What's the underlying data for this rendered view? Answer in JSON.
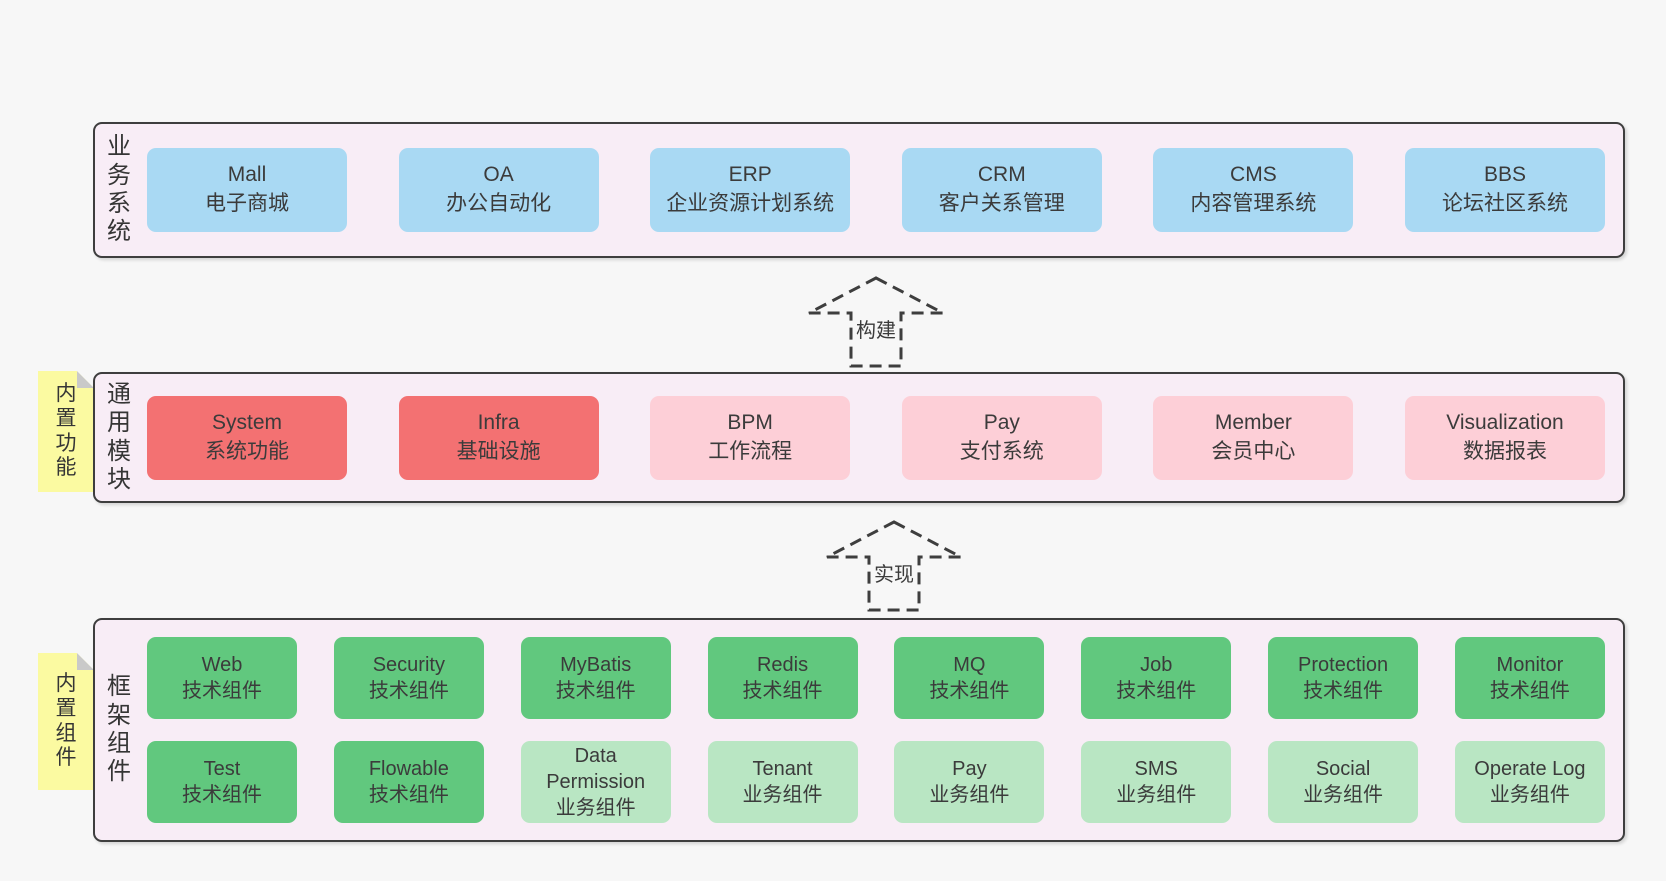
{
  "colors": {
    "page-bg": "#f7f7f7",
    "band-bg": "#f8edf6",
    "band-border": "#3e3e3e",
    "blue": "#a9d9f3",
    "red": "#f37172",
    "pink": "#fdcfd7",
    "green": "#61c87e",
    "light-green": "#b9e6c3",
    "sticky-yellow": "#fbfaa1",
    "sticky-fold": "#c9c9c9",
    "text": "#3b3b3b"
  },
  "bands": [
    {
      "label": "业务系统",
      "boxes": [
        {
          "title": "Mall",
          "subtitle": "电子商城"
        },
        {
          "title": "OA",
          "subtitle": "办公自动化"
        },
        {
          "title": "ERP",
          "subtitle": "企业资源计划系统"
        },
        {
          "title": "CRM",
          "subtitle": "客户关系管理"
        },
        {
          "title": "CMS",
          "subtitle": "内容管理系统"
        },
        {
          "title": "BBS",
          "subtitle": "论坛社区系统"
        }
      ]
    },
    {
      "label": "通用模块",
      "sticky": "内置功能",
      "boxes": [
        {
          "title": "System",
          "subtitle": "系统功能"
        },
        {
          "title": "Infra",
          "subtitle": "基础设施"
        },
        {
          "title": "BPM",
          "subtitle": "工作流程"
        },
        {
          "title": "Pay",
          "subtitle": "支付系统"
        },
        {
          "title": "Member",
          "subtitle": "会员中心"
        },
        {
          "title": "Visualization",
          "subtitle": "数据报表"
        }
      ]
    },
    {
      "label": "框架组件",
      "sticky": "内置组件",
      "rows": [
        [
          {
            "title": "Web",
            "subtitle": "技术组件"
          },
          {
            "title": "Security",
            "subtitle": "技术组件"
          },
          {
            "title": "MyBatis",
            "subtitle": "技术组件"
          },
          {
            "title": "Redis",
            "subtitle": "技术组件"
          },
          {
            "title": "MQ",
            "subtitle": "技术组件"
          },
          {
            "title": "Job",
            "subtitle": "技术组件"
          },
          {
            "title": "Protection",
            "subtitle": "技术组件"
          },
          {
            "title": "Monitor",
            "subtitle": "技术组件"
          }
        ],
        [
          {
            "title": "Test",
            "subtitle": "技术组件"
          },
          {
            "title": "Flowable",
            "subtitle": "技术组件"
          },
          {
            "title": "Data Permission",
            "subtitle": "业务组件"
          },
          {
            "title": "Tenant",
            "subtitle": "业务组件"
          },
          {
            "title": "Pay",
            "subtitle": "业务组件"
          },
          {
            "title": "SMS",
            "subtitle": "业务组件"
          },
          {
            "title": "Social",
            "subtitle": "业务组件"
          },
          {
            "title": "Operate Log",
            "subtitle": "业务组件"
          }
        ]
      ]
    }
  ],
  "arrows": [
    {
      "label": "构建"
    },
    {
      "label": "实现"
    }
  ]
}
